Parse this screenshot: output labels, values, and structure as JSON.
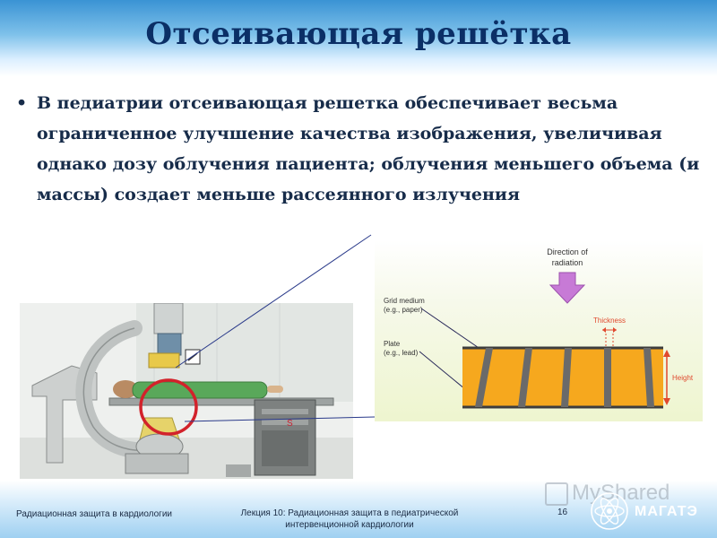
{
  "slide": {
    "title": "Отсеивающая решётка",
    "bullet_marker": "•",
    "bullet_text": "В педиатрии отсеивающая решетка обеспечивает весьма ограниченное улучшение качества изображения, увеличивая однако дозу облучения пациента; облучения меньшего объема (и массы) создает меньше рассеянного излучения"
  },
  "diagram": {
    "direction_line1": "Direction of",
    "direction_line2": "radiation",
    "grid_medium_line1": "Grid medium",
    "grid_medium_line2": "(e.g., paper)",
    "plate_line1": "Plate",
    "plate_line2": "(e.g., lead)",
    "thickness": "Thickness",
    "height": "Height",
    "colors": {
      "grid_medium": "#f6a81e",
      "plate": "#6a6a6a",
      "arrow": "#c77ad6",
      "annotation": "#e0492e"
    }
  },
  "footer": {
    "left": "Радиационная защита в кардиологии",
    "center_line1": "Лекция 10: Радиационная защита в педиатрической",
    "center_line2": "интервенционной кардиологии",
    "page": "16",
    "org": "МАГАТЭ",
    "watermark": "MyShared"
  }
}
